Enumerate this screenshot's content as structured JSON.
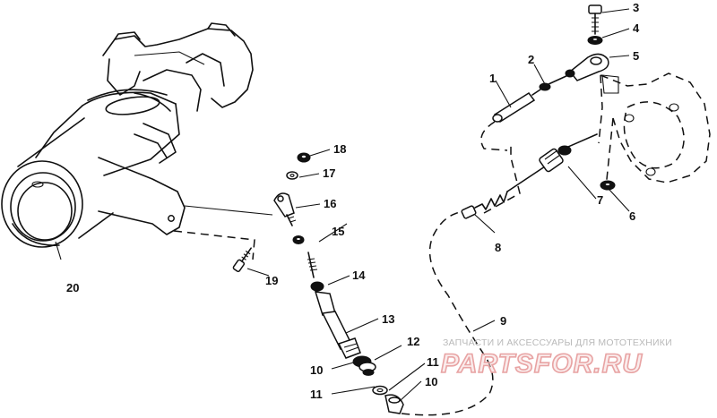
{
  "diagram": {
    "callouts": [
      {
        "id": "1",
        "label": "1"
      },
      {
        "id": "2",
        "label": "2"
      },
      {
        "id": "3",
        "label": "3"
      },
      {
        "id": "4",
        "label": "4"
      },
      {
        "id": "5",
        "label": "5"
      },
      {
        "id": "6",
        "label": "6"
      },
      {
        "id": "7",
        "label": "7"
      },
      {
        "id": "8",
        "label": "8"
      },
      {
        "id": "9",
        "label": "9"
      },
      {
        "id": "10a",
        "label": "10"
      },
      {
        "id": "10b",
        "label": "10"
      },
      {
        "id": "11a",
        "label": "11"
      },
      {
        "id": "11b",
        "label": "11"
      },
      {
        "id": "12",
        "label": "12"
      },
      {
        "id": "13",
        "label": "13"
      },
      {
        "id": "14",
        "label": "14"
      },
      {
        "id": "15",
        "label": "15"
      },
      {
        "id": "16",
        "label": "16"
      },
      {
        "id": "17",
        "label": "17"
      },
      {
        "id": "18",
        "label": "18"
      },
      {
        "id": "19",
        "label": "19"
      },
      {
        "id": "20",
        "label": "20"
      }
    ]
  },
  "watermark": {
    "caption": "ЗАПЧАСТИ И АКСЕССУАРЫ ДЛЯ МОТОТЕХНИКИ",
    "brand": "PARTSFOR.RU"
  }
}
